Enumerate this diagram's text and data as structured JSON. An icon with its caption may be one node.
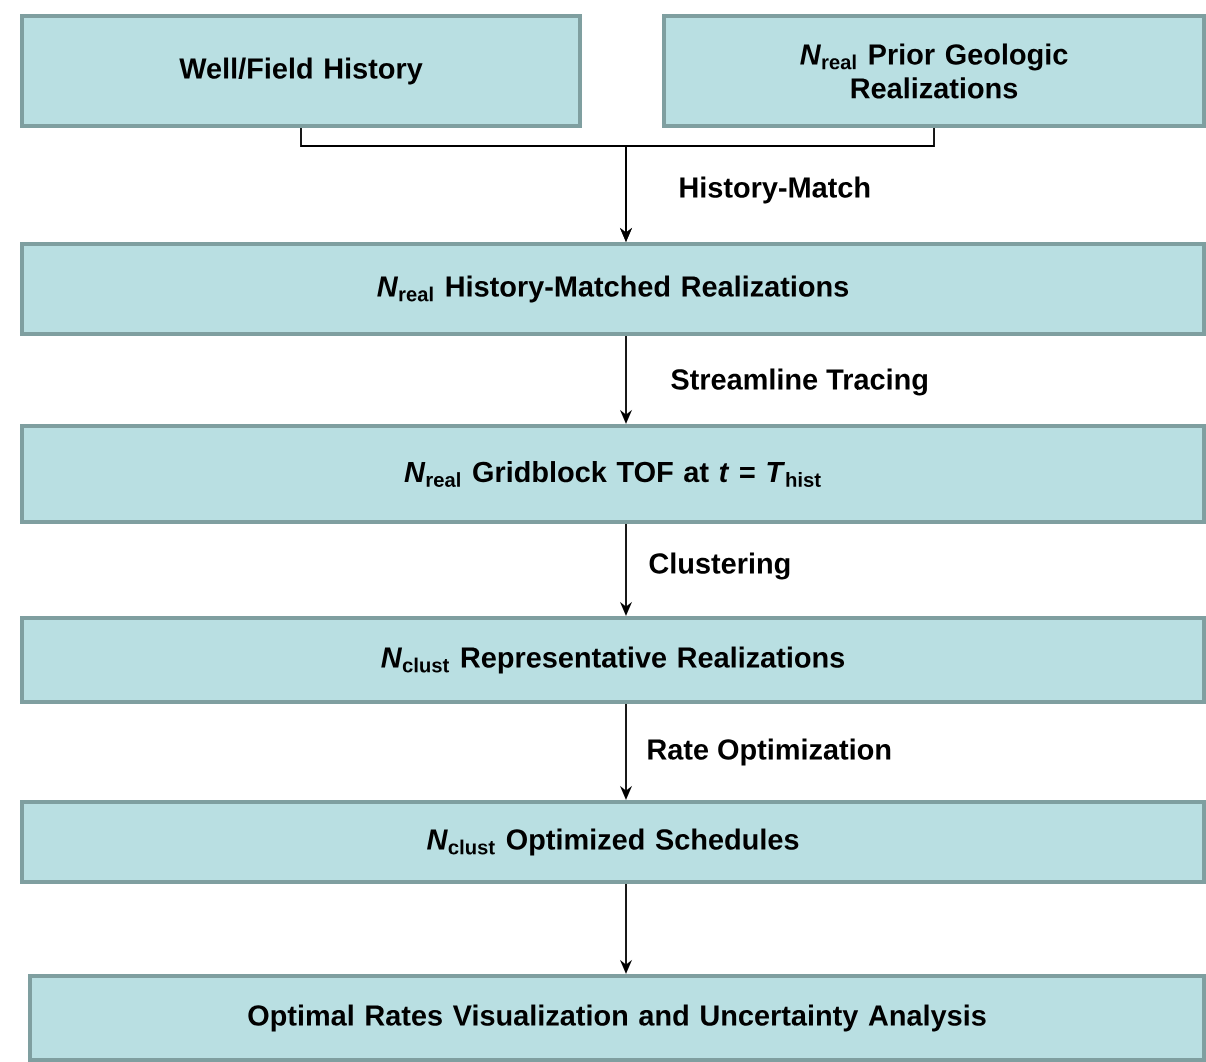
{
  "diagram": {
    "nodes": [
      {
        "text": [
          "Well/Field History"
        ]
      },
      {
        "text": [
          "*N*$_{real}$ Prior Geologic Realizations"
        ]
      },
      {
        "text": [
          "*N*$_{real}$ History-Matched Realizations"
        ]
      },
      {
        "text": [
          "*N*$_{real}$ Gridblock TOF at *t* = *T*$_{hist}$"
        ]
      },
      {
        "text": [
          "*N*$_{clust}$ Representative Realizations"
        ]
      },
      {
        "text": [
          "*N*$_{clust}$ Optimized Schedules"
        ]
      },
      {
        "text": [
          "Optimal Rates Visualization and Uncertainty Analysis"
        ]
      }
    ],
    "edges": [
      {
        "from": 0,
        "to": 2,
        "arrow": "to",
        "label": "History-Match"
      },
      {
        "from": 1,
        "to": 2,
        "arrow": "to"
      },
      {
        "from": 2,
        "to": 3,
        "arrow": "to",
        "label": "Streamline Tracing"
      },
      {
        "from": 3,
        "to": 4,
        "arrow": "to",
        "label": "Clustering"
      },
      {
        "from": 4,
        "to": 5,
        "arrow": "to",
        "label": "Rate Optimization"
      },
      {
        "from": 5,
        "to": 6,
        "arrow": "to"
      }
    ]
  }
}
